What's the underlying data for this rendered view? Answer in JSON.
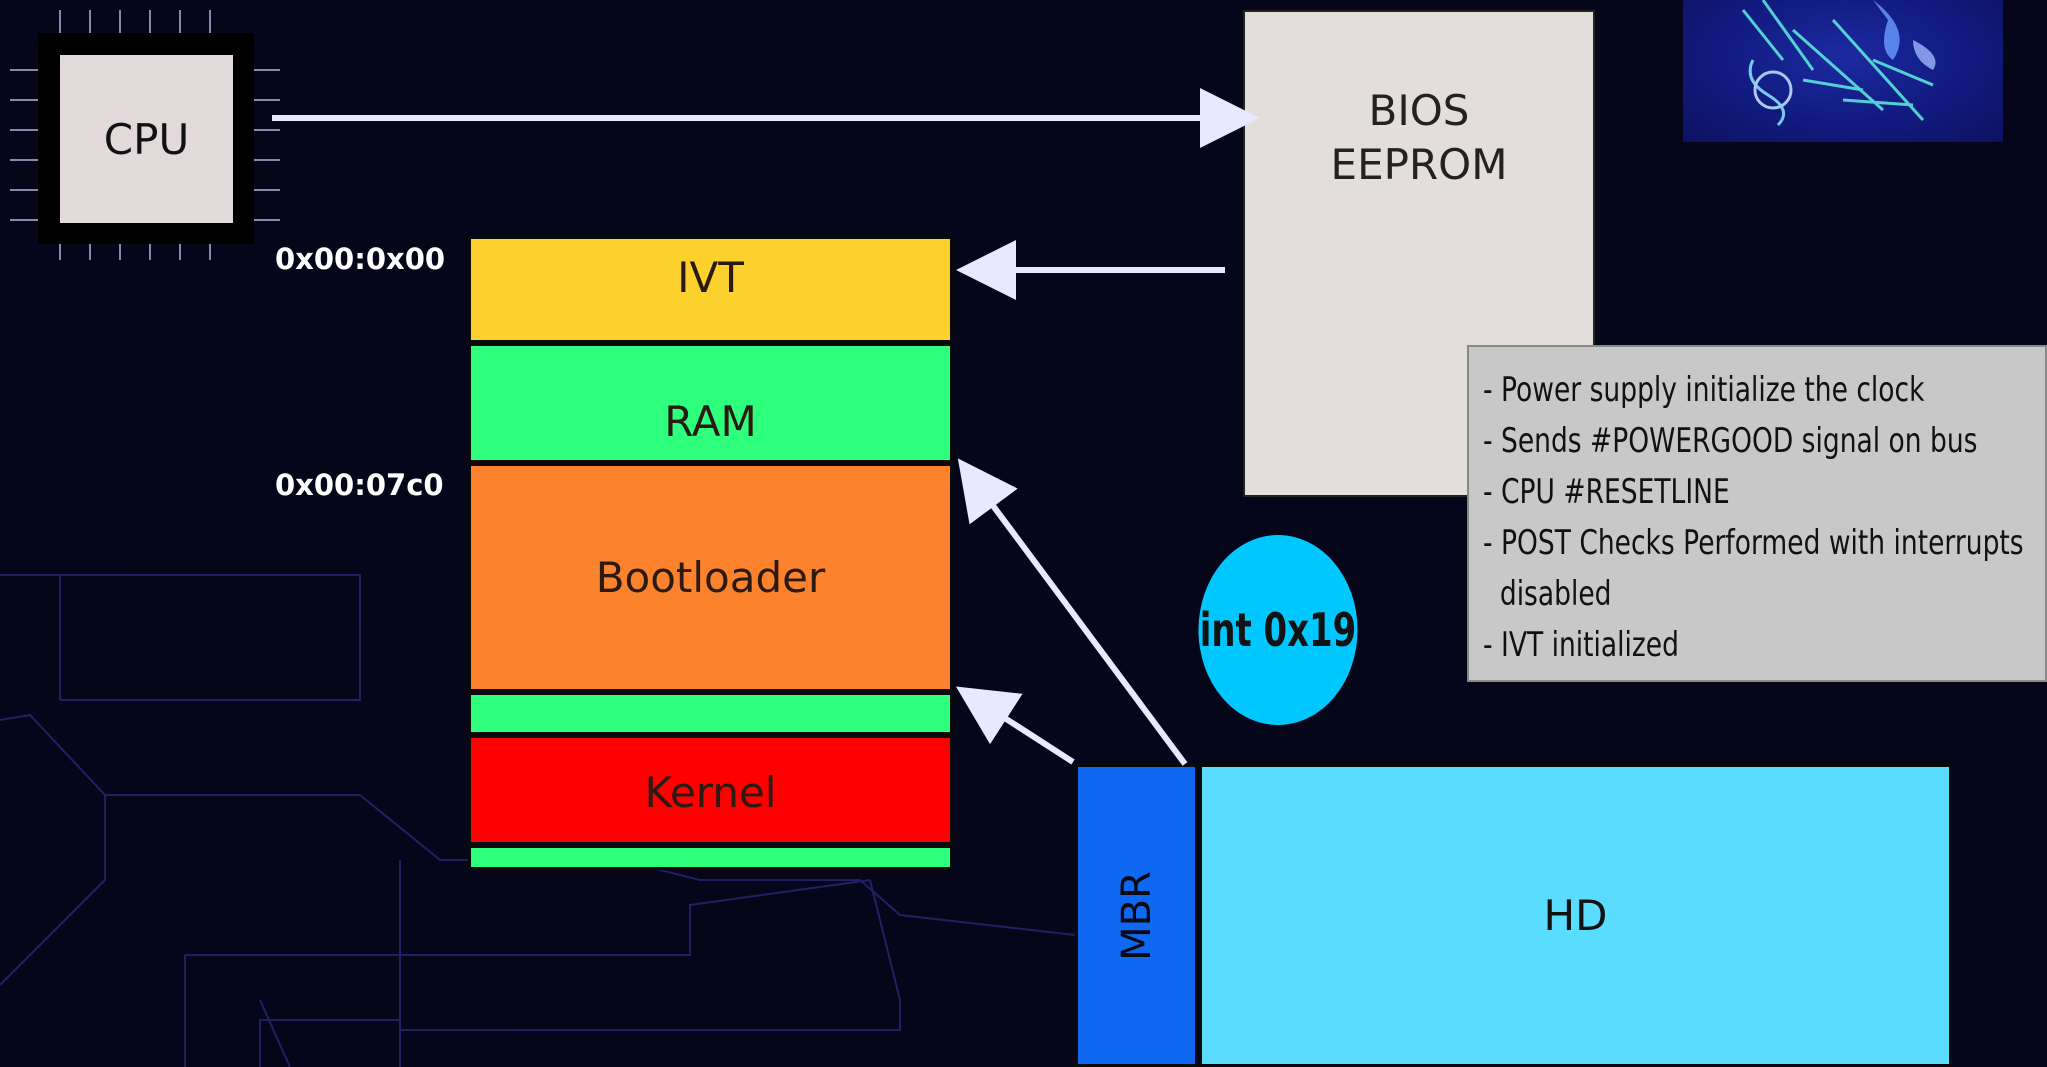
{
  "colors": {
    "background": "#06061a",
    "ivt": "#fdd12d",
    "ram": "#2eff7c",
    "bootloader": "#fd822d",
    "kernel": "#ff0000",
    "mbr": "#0f68f2",
    "hd": "#5adcff",
    "interrupt": "#00c7ff",
    "bios": "#e3dddc",
    "notes": "#c8c8c8",
    "arrows": "#e8e8ff"
  },
  "cpu": {
    "label": "CPU"
  },
  "bios": {
    "line1": "BIOS",
    "line2": "EEPROM"
  },
  "memory": {
    "ivt": "IVT",
    "ram": "RAM",
    "bootloader": "Bootloader",
    "kernel": "Kernel",
    "addr_ivt": "0x00:0x00",
    "addr_bootloader": "0x00:07c0"
  },
  "interrupt": {
    "label": "int 0x19"
  },
  "notes": {
    "lines": [
      "- Power supply initialize the clock",
      "- Sends #POWERGOOD signal on bus",
      "- CPU #RESETLINE",
      "- POST Checks Performed with interrupts",
      "  disabled",
      "- IVT initialized"
    ]
  },
  "disk": {
    "mbr": "MBR",
    "hd": "HD"
  },
  "icons": {
    "logo": "cyber-hand-logo-icon",
    "cpu": "cpu-chip-icon"
  }
}
